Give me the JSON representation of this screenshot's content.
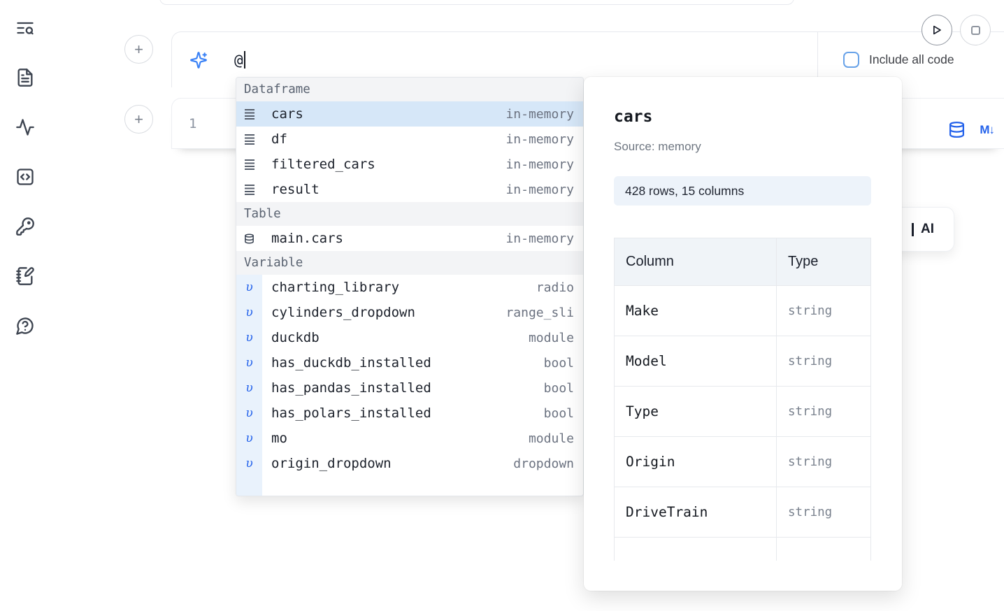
{
  "colors": {
    "accent_blue": "#3b82f6",
    "action_blue": "#2563eb",
    "selection_blue": "#d6e7f8",
    "muted_text": "#6b7280"
  },
  "sidebar": {
    "icons": [
      "toc-search",
      "file",
      "activity",
      "code-snippets",
      "key",
      "scratchpad",
      "help"
    ]
  },
  "toolbar": {
    "run_button": "run",
    "stop_button": "stop"
  },
  "ai_cell": {
    "typed_text": "@",
    "include_all_code_label": "Include all code"
  },
  "code_cell": {
    "line_number": "1",
    "database_action_icon": "database-icon",
    "markdown_badge": "M↓"
  },
  "partial_button": {
    "label": "AI"
  },
  "autocomplete": {
    "kind_icons": {
      "dataframe": "rows-icon",
      "table": "database-icon",
      "variable": "variable-icon"
    },
    "sections": [
      {
        "label": "Dataframe",
        "items": [
          {
            "kind": "dataframe",
            "name": "cars",
            "detail": "in-memory",
            "selected": true
          },
          {
            "kind": "dataframe",
            "name": "df",
            "detail": "in-memory",
            "selected": false
          },
          {
            "kind": "dataframe",
            "name": "filtered_cars",
            "detail": "in-memory",
            "selected": false
          },
          {
            "kind": "dataframe",
            "name": "result",
            "detail": "in-memory",
            "selected": false
          }
        ]
      },
      {
        "label": "Table",
        "items": [
          {
            "kind": "table",
            "name": "main.cars",
            "detail": "in-memory",
            "selected": false
          }
        ]
      },
      {
        "label": "Variable",
        "items": [
          {
            "kind": "variable",
            "name": "charting_library",
            "detail": "radio",
            "selected": false
          },
          {
            "kind": "variable",
            "name": "cylinders_dropdown",
            "detail": "range_sli",
            "selected": false
          },
          {
            "kind": "variable",
            "name": "duckdb",
            "detail": "module",
            "selected": false
          },
          {
            "kind": "variable",
            "name": "has_duckdb_installed",
            "detail": "bool",
            "selected": false
          },
          {
            "kind": "variable",
            "name": "has_pandas_installed",
            "detail": "bool",
            "selected": false
          },
          {
            "kind": "variable",
            "name": "has_polars_installed",
            "detail": "bool",
            "selected": false
          },
          {
            "kind": "variable",
            "name": "mo",
            "detail": "module",
            "selected": false
          },
          {
            "kind": "variable",
            "name": "origin_dropdown",
            "detail": "dropdown",
            "selected": false
          }
        ]
      }
    ]
  },
  "detail_panel": {
    "title": "cars",
    "source": "Source: memory",
    "shape_badge": "428 rows, 15 columns",
    "table": {
      "headers": [
        "Column",
        "Type"
      ],
      "rows": [
        [
          "Make",
          "string"
        ],
        [
          "Model",
          "string"
        ],
        [
          "Type",
          "string"
        ],
        [
          "Origin",
          "string"
        ],
        [
          "DriveTrain",
          "string"
        ]
      ]
    }
  }
}
